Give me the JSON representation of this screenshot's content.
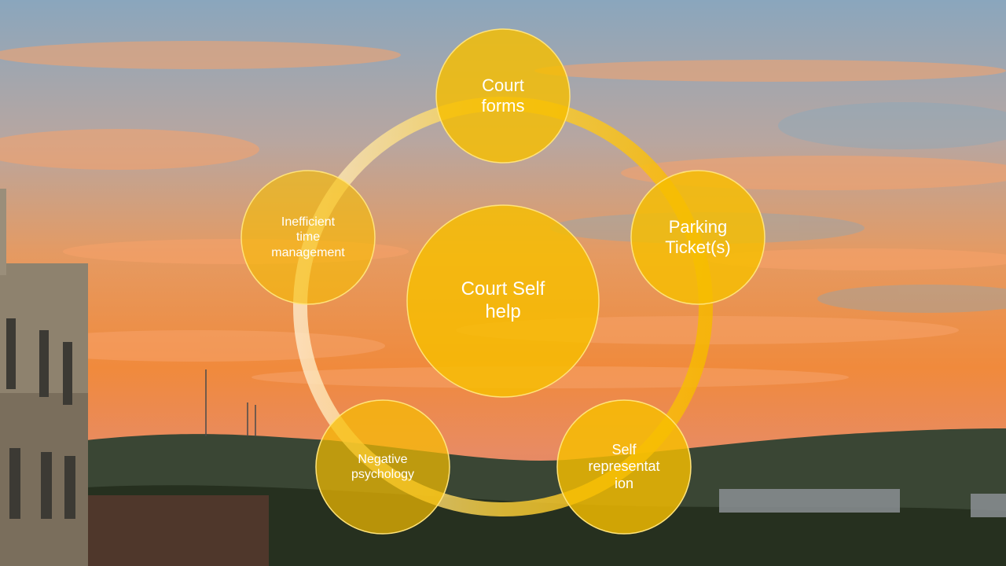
{
  "diagram": {
    "type": "cycle",
    "center": {
      "label": "Court Self\nhelp"
    },
    "nodes": [
      {
        "id": "court-forms",
        "label": "Court\nforms"
      },
      {
        "id": "parking-tickets",
        "label": "Parking\nTicket(s)"
      },
      {
        "id": "self-representation",
        "label": "Self\nrepresentat\nion"
      },
      {
        "id": "negative-psychology",
        "label": "Negative\npsychology"
      },
      {
        "id": "inefficient-time-management",
        "label": "Inefficient\ntime\nmanagement"
      }
    ]
  },
  "colors": {
    "node_fill": "#F6BE00",
    "ring": "#FFD21A",
    "sky_top": "#7FA3BC",
    "sky_mid": "#E8A070",
    "sunset": "#F08A3C",
    "hills": "#2B3226"
  }
}
